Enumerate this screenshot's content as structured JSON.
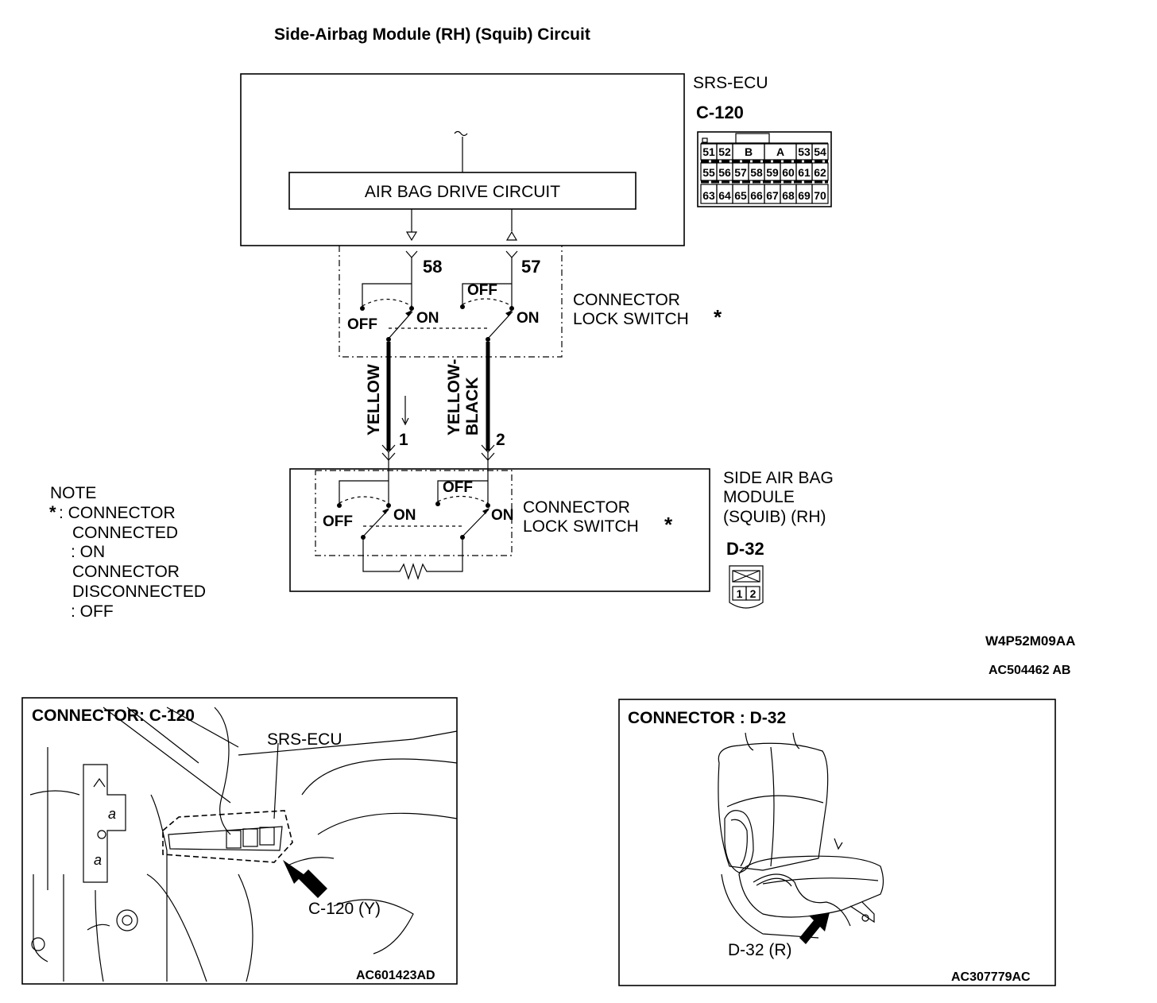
{
  "title": "Side-Airbag Module (RH) (Squib) Circuit",
  "ecu": {
    "name": "SRS-ECU",
    "connector": "C-120",
    "drive_circuit": "AIR BAG DRIVE CIRCUIT",
    "pins": [
      "58",
      "57"
    ],
    "connector_face": {
      "row1": [
        "51",
        "52",
        "B",
        "A",
        "53",
        "54"
      ],
      "row2": [
        "55",
        "56",
        "57",
        "58",
        "59",
        "60",
        "61",
        "62"
      ],
      "row3": [
        "63",
        "64",
        "65",
        "66",
        "67",
        "68",
        "69",
        "70"
      ]
    }
  },
  "lock_switch": {
    "label_line1": "CONNECTOR",
    "label_line2": "LOCK SWITCH",
    "asterisk": "*",
    "off": "OFF",
    "on": "ON"
  },
  "wires": [
    {
      "color_line1": "YELLOW",
      "color_line2": "",
      "terminal": "1"
    },
    {
      "color_line1": "YELLOW-",
      "color_line2": "BLACK",
      "terminal": "2"
    }
  ],
  "module": {
    "name_line1": "SIDE AIR BAG",
    "name_line2": "MODULE",
    "name_line3": "(SQUIB) (RH)",
    "connector": "D-32",
    "pins": [
      "1",
      "2"
    ]
  },
  "note": {
    "heading": "NOTE",
    "asterisk": "*",
    "lines": [
      ": CONNECTOR",
      "CONNECTED",
      ": ON",
      "CONNECTOR",
      "DISCONNECTED",
      ": OFF"
    ]
  },
  "diagram_codes": {
    "code1": "W4P52M09AA",
    "code2": "AC504462 AB"
  },
  "panel_left": {
    "heading": "CONNECTOR: C-120",
    "callout_ecu": "SRS-ECU",
    "callout_connector": "C-120 (Y)",
    "code": "AC601423AD"
  },
  "panel_right": {
    "heading": "CONNECTOR : D-32",
    "callout_connector": "D-32 (R)",
    "code": "AC307779AC"
  }
}
